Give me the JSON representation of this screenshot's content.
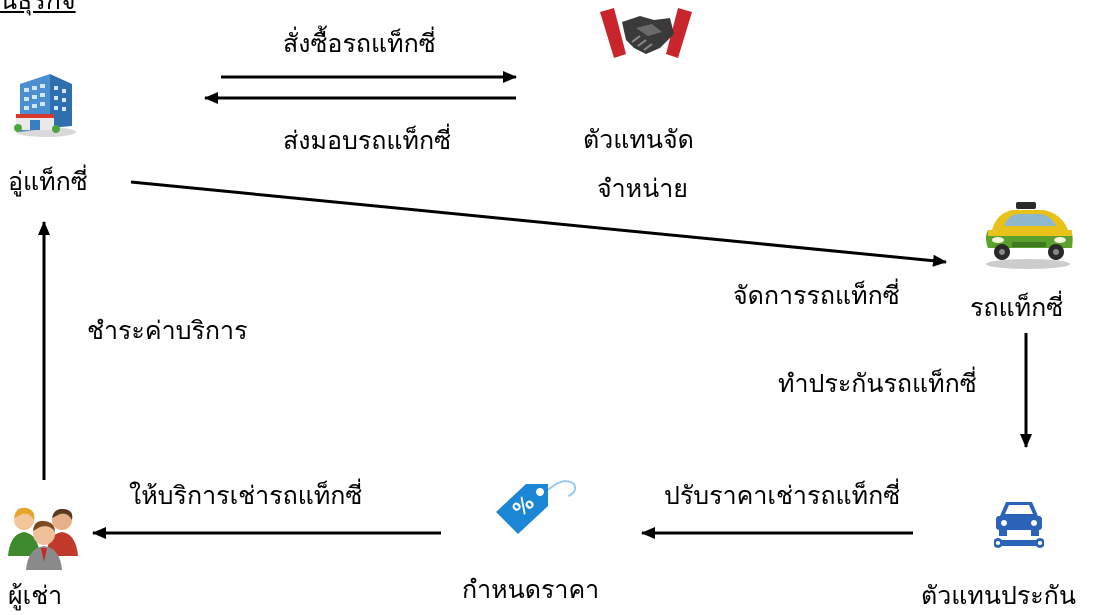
{
  "heading": "นธุรกิจ",
  "nodes": {
    "taxi_garage": {
      "label": "อู่แท็กซี่",
      "icon": "office-building-icon"
    },
    "dealer": {
      "label_line1": "ตัวแทนจัด",
      "label_line2": "จำหน่าย",
      "icon": "handshake-icon"
    },
    "taxi": {
      "label": "รถแท็กซี่",
      "icon": "taxi-car-icon"
    },
    "insurance_agent": {
      "label": "ตัวแทนประกัน",
      "icon": "car-repair-icon"
    },
    "pricing": {
      "label": "กำหนดราคา",
      "icon": "price-tag-icon"
    },
    "renter": {
      "label": "ผู้เช่า",
      "icon": "people-group-icon"
    }
  },
  "edges": {
    "order_taxi": "สั่งซื้อรถแท็กซี่",
    "deliver_taxi": "ส่งมอบรถแท็กซี่",
    "manage_taxi": "จัดการรถแท็กซี่",
    "insure_taxi": "ทำประกันรถแท็กซี่",
    "adjust_rent_price": "ปรับราคาเช่ารถแท็กซี่",
    "provide_rental": "ให้บริการเช่ารถแท็กซี่",
    "pay_service_fee": "ชำระค่าบริการ"
  },
  "colors": {
    "arrow": "#000000",
    "taxi_yellow": "#e8c21a",
    "taxi_green": "#5aa02c",
    "handshake_red": "#c8262c",
    "repair_blue": "#2a63b8",
    "tag_blue": "#1c86d6"
  }
}
